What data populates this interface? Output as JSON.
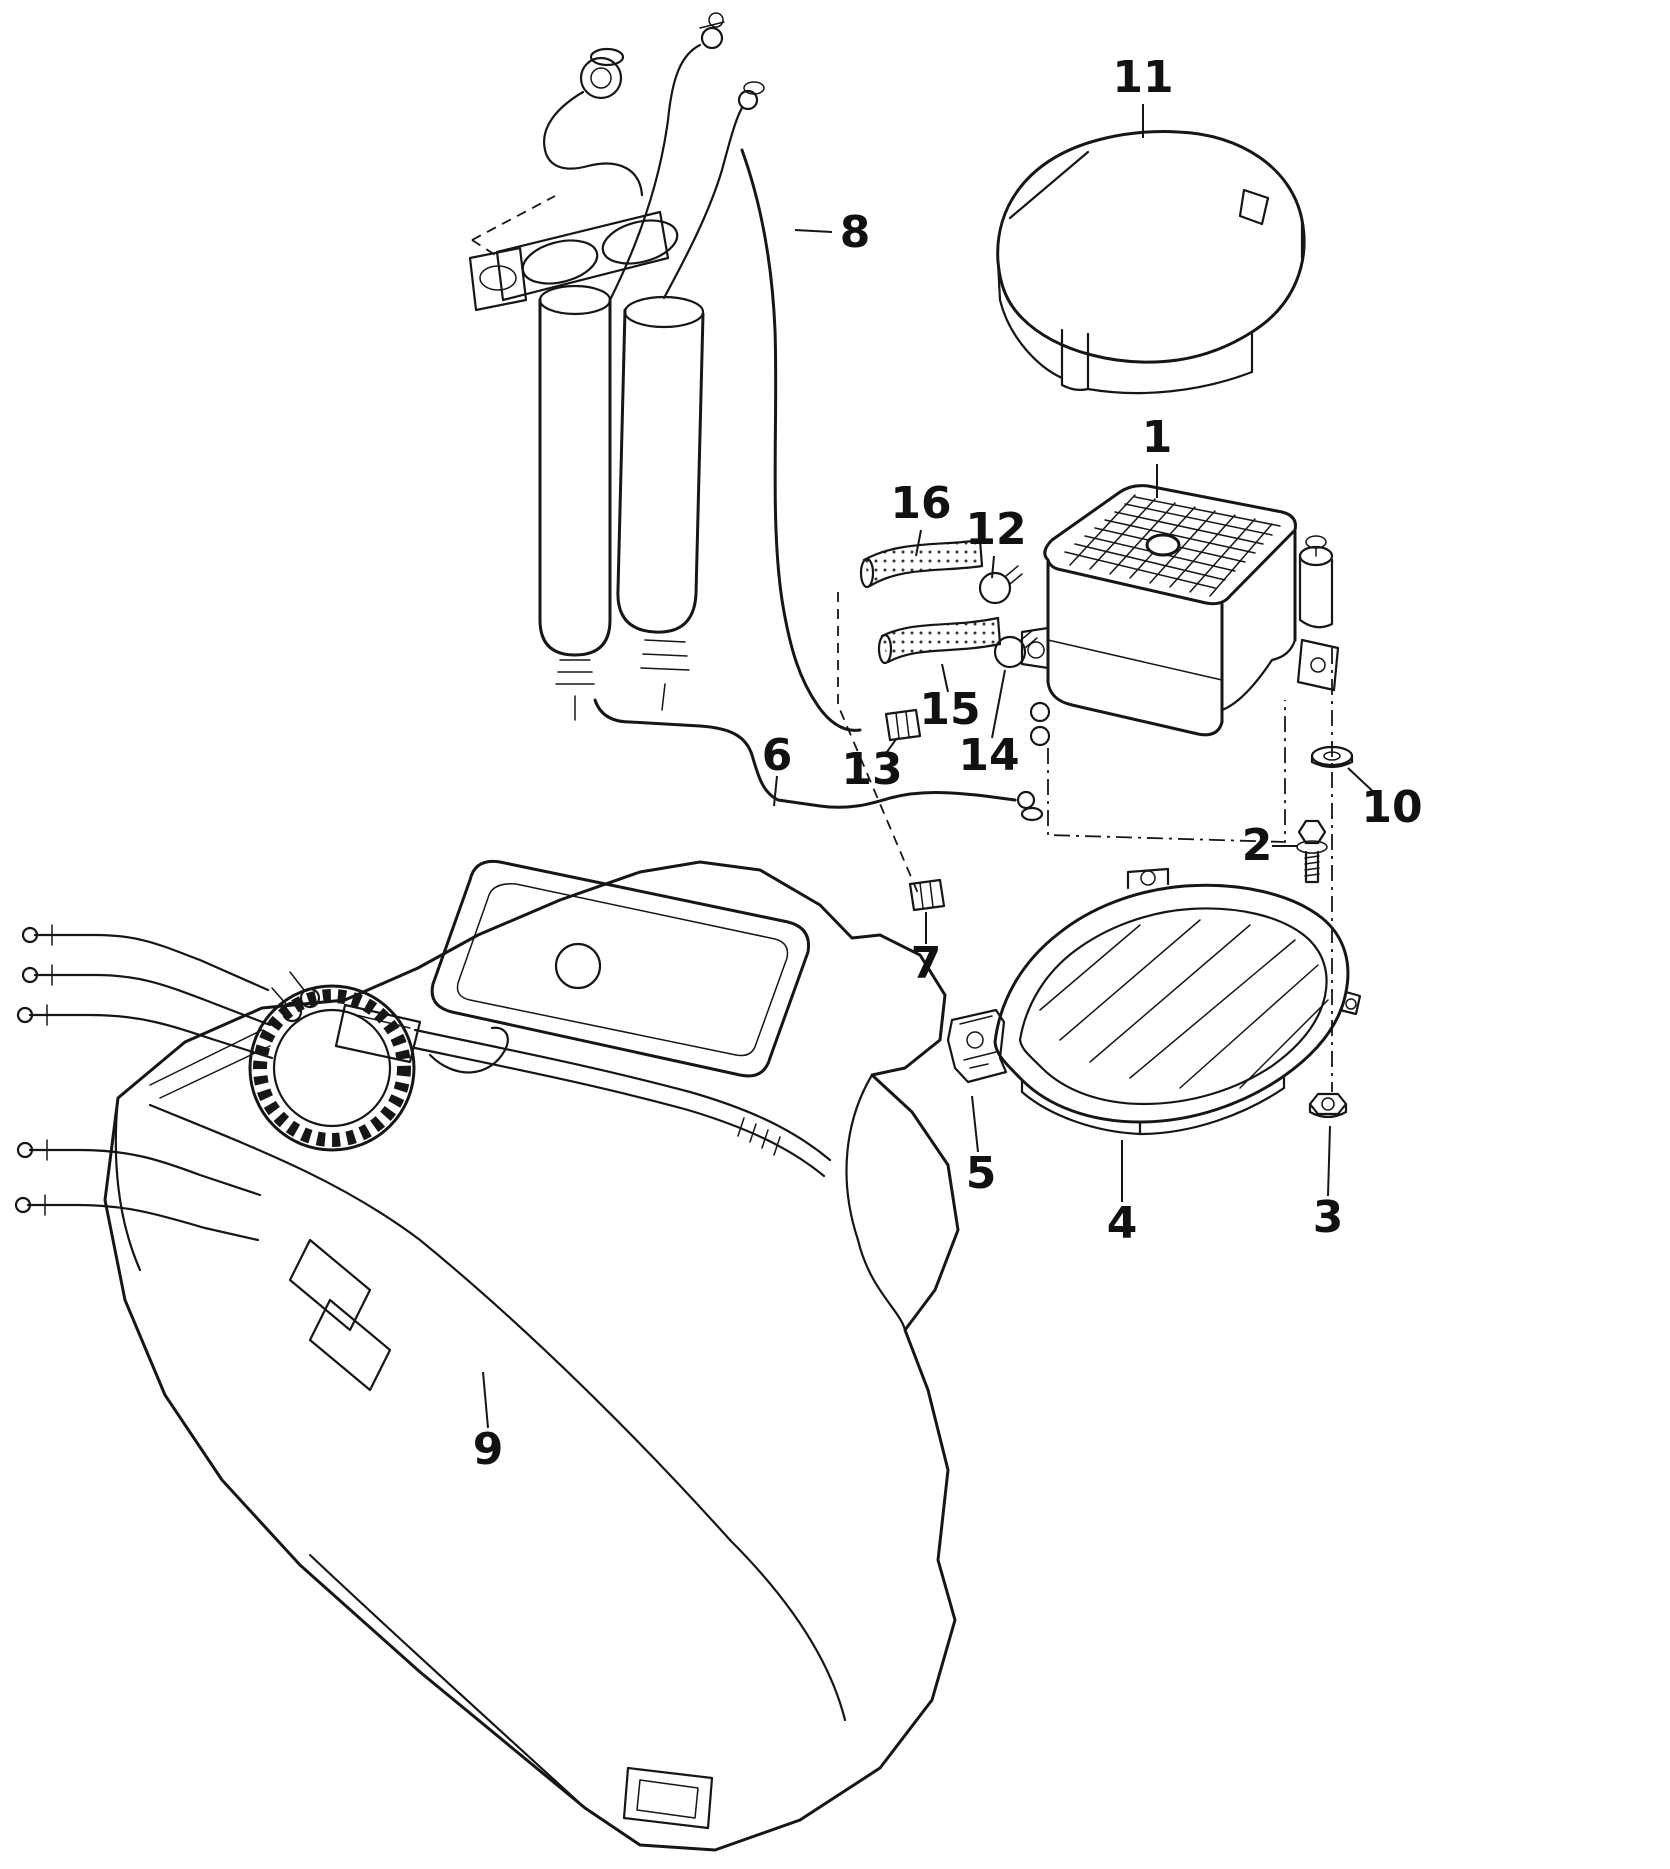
{
  "diagram": {
    "kind": "exploded-parts-diagram",
    "description": "Line-art exploded parts diagram of a vehicle fuel tank with fuel filter assembly, activated charcoal canister, canister cover, hoses, clamps and mounting hardware",
    "callouts": [
      {
        "label": "1"
      },
      {
        "label": "2"
      },
      {
        "label": "3"
      },
      {
        "label": "4"
      },
      {
        "label": "5"
      },
      {
        "label": "6"
      },
      {
        "label": "7"
      },
      {
        "label": "8"
      },
      {
        "label": "9"
      },
      {
        "label": "10"
      },
      {
        "label": "11"
      },
      {
        "label": "12"
      },
      {
        "label": "13"
      },
      {
        "label": "14"
      },
      {
        "label": "15"
      },
      {
        "label": "16"
      }
    ]
  },
  "colors": {
    "line": "#161616",
    "background": "#ffffff"
  }
}
